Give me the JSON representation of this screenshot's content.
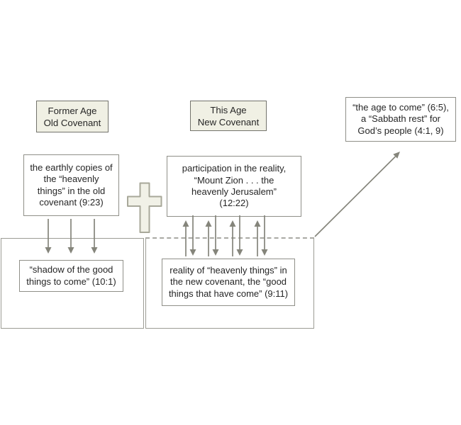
{
  "diagram": {
    "title_semantic": "Hebrews two-age covenant diagram",
    "headers": {
      "former_age": {
        "lines": [
          "Former Age",
          "Old Covenant"
        ]
      },
      "this_age": {
        "lines": [
          "This Age",
          "New Covenant"
        ]
      }
    },
    "boxes": {
      "age_to_come": {
        "lines": [
          "“the age to come” (6:5),",
          "a “Sabbath rest” for",
          "God’s people (4:1, 9)"
        ]
      },
      "earthly_copies": {
        "lines": [
          "the earthly copies of",
          "the “heavenly",
          "things” in the old",
          "covenant (9:23)"
        ]
      },
      "participation": {
        "lines": [
          "participation in the reality,",
          "“Mount Zion . . . the",
          "heavenly Jerusalem”",
          "(12:22)"
        ]
      },
      "shadow": {
        "lines": [
          "“shadow of the good",
          "things to come” (10:1)"
        ]
      },
      "reality": {
        "lines": [
          "reality of “heavenly things” in",
          "the new covenant, the “good",
          "things that have come” (9:11)"
        ]
      }
    },
    "icons": {
      "cross": "cross-icon",
      "down_arrows": "down-arrow-icon",
      "up_down_arrows": "up-down-arrow-icon",
      "diagonal_arrow": "diagonal-arrow-icon"
    },
    "colors": {
      "background": "#ffffff",
      "text": "#262626",
      "box_border": "#8f8f88",
      "container_border": "#9c9c94",
      "header_fill": "#f0f0e4",
      "cross_fill": "#f1f1e7",
      "cross_border": "#a8a89a",
      "arrow": "#85857b",
      "dashed_line": "#a9a9a3"
    }
  }
}
